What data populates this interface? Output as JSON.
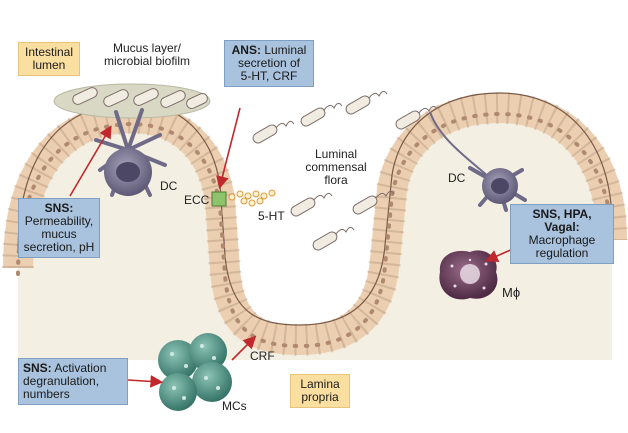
{
  "labels": {
    "intestinal_lumen_1": "Intestinal",
    "intestinal_lumen_2": "lumen",
    "mucus_1": "Mucus layer/",
    "mucus_2": "microbial biofilm",
    "ans_title": "ANS:",
    "ans_1": " Luminal",
    "ans_2": "secretion of",
    "ans_3": "5-HT, CRF",
    "luminal_1": "Luminal",
    "luminal_2": "commensal",
    "luminal_3": "flora",
    "dc_left": "DC",
    "dc_right": "DC",
    "ecc": "ECC",
    "five_ht": "5-HT",
    "sns_left_title": "SNS:",
    "sns_left_1": "Permeability,",
    "sns_left_2": "mucus",
    "sns_left_3": "secretion, pH",
    "sns_right_title": "SNS, HPA, Vagal:",
    "sns_right_1": "Macrophage",
    "sns_right_2": "regulation",
    "macrophage": "Mϕ",
    "crf": "CRF",
    "sns_bottom_title": "SNS:",
    "sns_bottom_1": " Activation",
    "sns_bottom_2": "degranulation,",
    "sns_bottom_3": "numbers",
    "mcs": "MCs",
    "lamina_1": "Lamina",
    "lamina_2": "propria"
  },
  "colors": {
    "blue_box": "#a9c2dd",
    "orange_box": "#fbdfa0",
    "arrow": "#c0282d",
    "tissue": "#f2eedf",
    "epithelium": "#f0d5b8",
    "cell_dc": "#7a7592",
    "mast_cell": "#4d8d80",
    "macrophage": "#6a3d5a"
  }
}
